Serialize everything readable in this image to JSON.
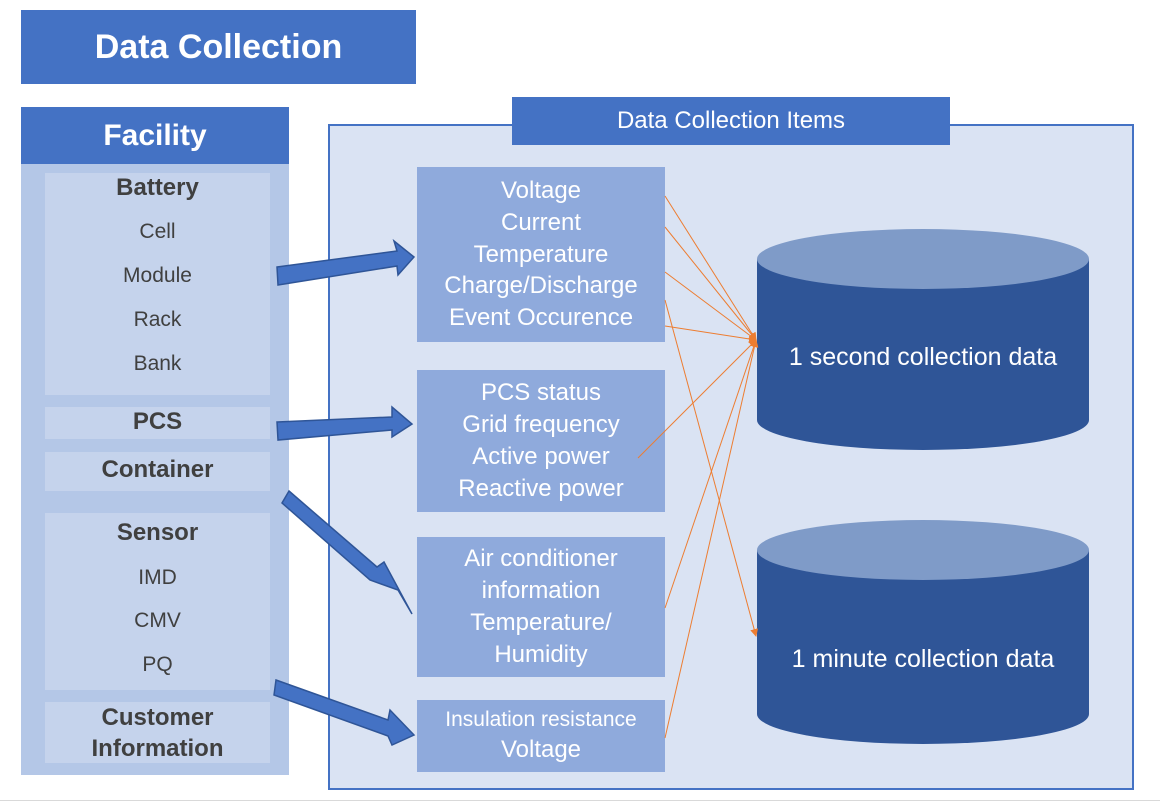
{
  "title": "Data Collection",
  "facility": {
    "header": "Facility",
    "battery": {
      "title": "Battery",
      "items": [
        "Cell",
        "Module",
        "Rack",
        "Bank"
      ]
    },
    "pcs": {
      "title": "PCS"
    },
    "container": {
      "title": "Container"
    },
    "sensor": {
      "title": "Sensor",
      "items": [
        "IMD",
        "CMV",
        "PQ"
      ]
    },
    "customer": {
      "title_line1": "Customer",
      "title_line2": "Information"
    }
  },
  "collection_items": {
    "header": "Data Collection Items",
    "boxes": [
      {
        "lines": [
          "Voltage",
          "Current",
          "Temperature",
          "Charge/Discharge",
          "Event Occurence"
        ]
      },
      {
        "lines": [
          "PCS status",
          "Grid frequency",
          "Active power",
          "Reactive power"
        ]
      },
      {
        "lines": [
          "Air conditioner",
          "information",
          "Temperature/",
          "Humidity"
        ]
      },
      {
        "lines": [
          "Insulation resistance",
          "Voltage"
        ]
      }
    ]
  },
  "storage": {
    "second": "1 second collection data",
    "minute": "1 minute collection data"
  },
  "colors": {
    "primary": "#4472c4",
    "panel_light": "#dae3f3",
    "facility_bg": "#b4c7e7",
    "item_box": "#8faadc",
    "cylinder_body": "#2f5597",
    "cylinder_top": "#8faadc",
    "connector": "#ed7d31"
  }
}
